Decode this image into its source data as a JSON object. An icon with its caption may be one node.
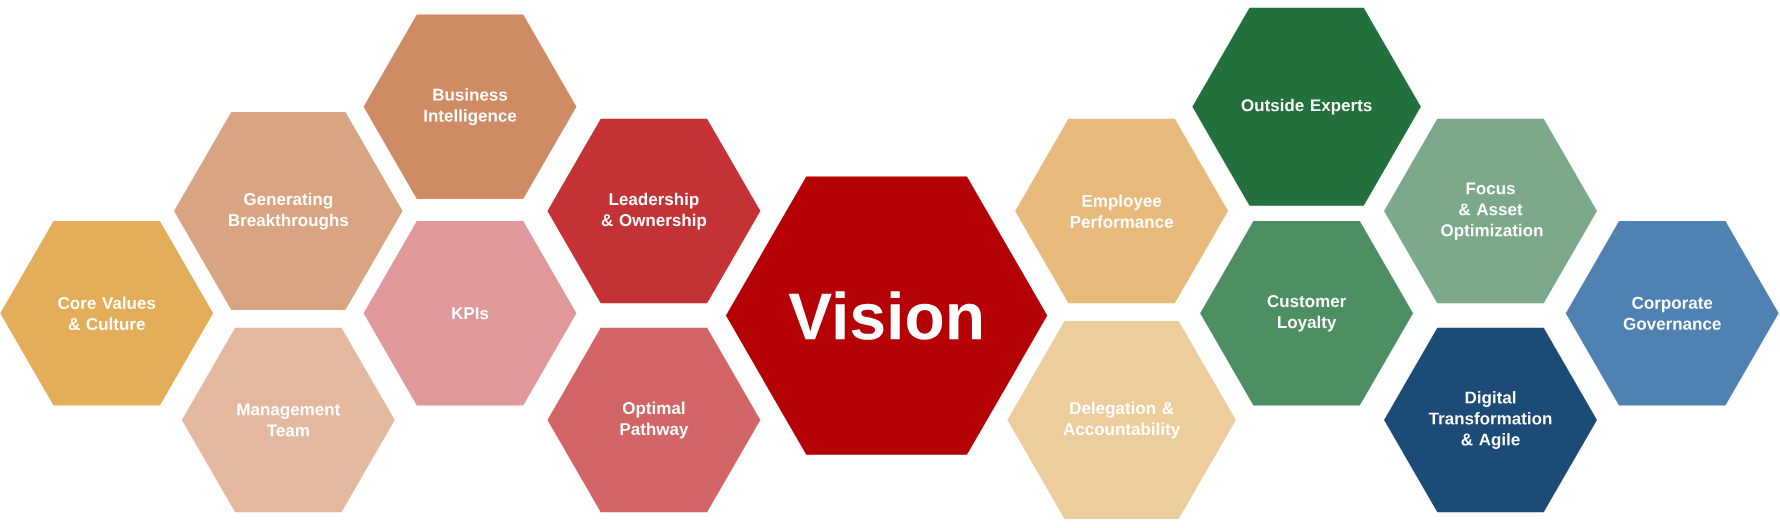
{
  "diagram": {
    "nodes": [
      {
        "text": [
          "Core Values & Culture"
        ]
      },
      {
        "text": [
          "Generating Breakthroughs"
        ]
      },
      {
        "text": [
          "Management Team"
        ]
      },
      {
        "text": [
          "Business Intelligence"
        ]
      },
      {
        "text": [
          "KPIs"
        ]
      },
      {
        "text": [
          "Leadership & Ownership"
        ]
      },
      {
        "text": [
          "Optimal Pathway"
        ]
      },
      {
        "text": [
          "Vision"
        ]
      },
      {
        "text": [
          "Employee Performance"
        ]
      },
      {
        "text": [
          "Delegation & Accountability"
        ]
      },
      {
        "text": [
          "Outside Experts"
        ]
      },
      {
        "text": [
          "Customer Loyalty"
        ]
      },
      {
        "text": [
          "Focus & Asset Optimization"
        ]
      },
      {
        "text": [
          "Digital Transformation & Agile"
        ]
      },
      {
        "text": [
          "Corporate Governance"
        ]
      }
    ]
  }
}
